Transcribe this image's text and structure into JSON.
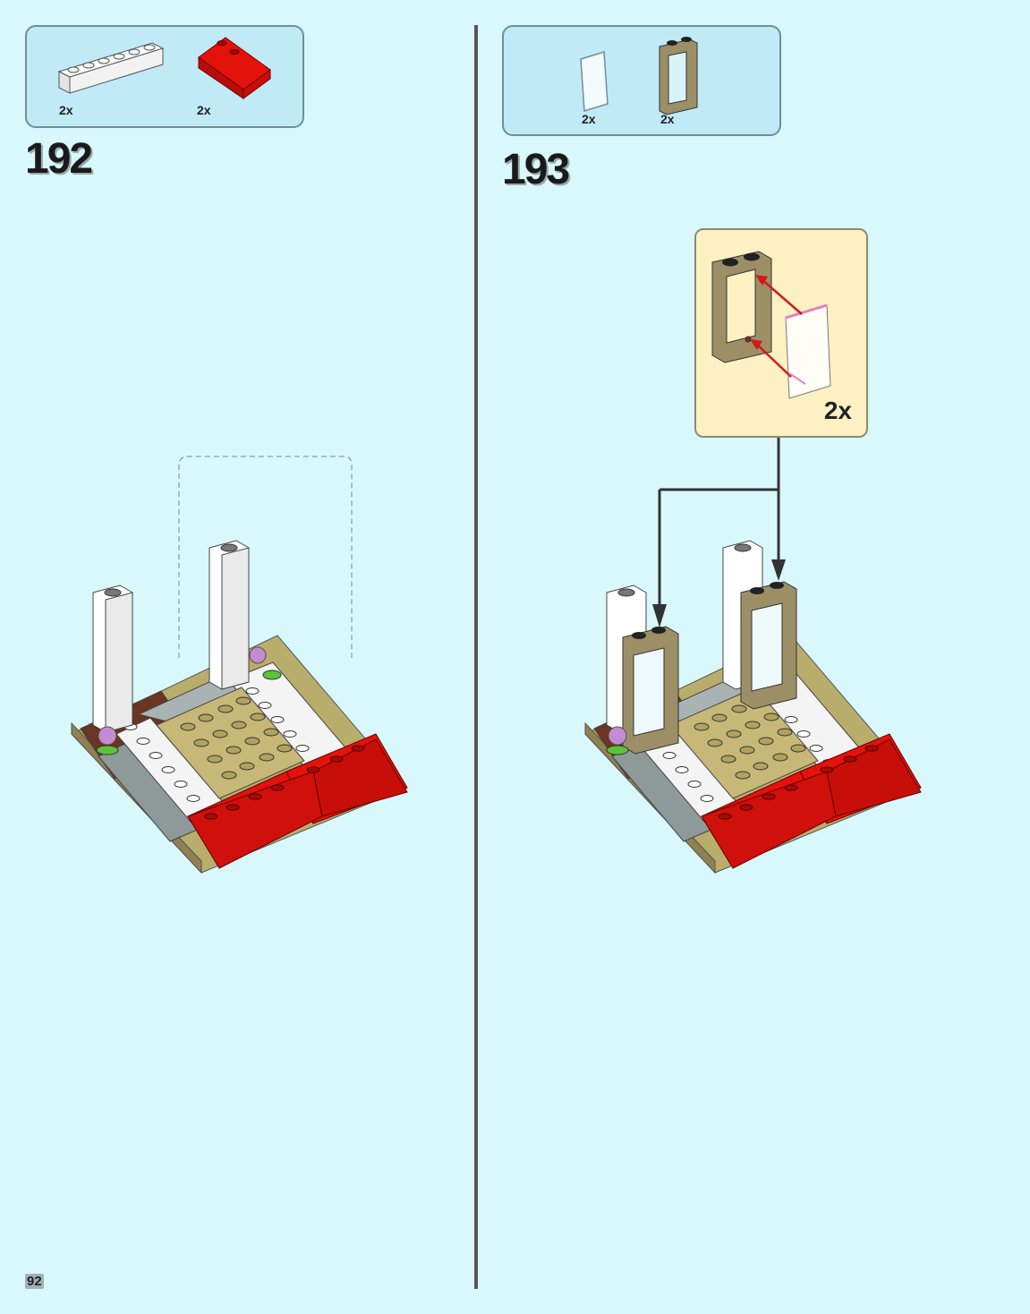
{
  "page": {
    "number": "92"
  },
  "steps": [
    {
      "number": "192",
      "parts": [
        {
          "icon": "white-brick-1x6-icon",
          "qty": "2x"
        },
        {
          "icon": "red-slope-brick-icon",
          "qty": "2x"
        }
      ]
    },
    {
      "number": "193",
      "parts": [
        {
          "icon": "window-glass-pane-icon",
          "qty": "2x"
        },
        {
          "icon": "tan-window-frame-icon",
          "qty": "2x"
        }
      ],
      "callout": {
        "qty": "2x"
      }
    }
  ],
  "colors": {
    "background": "#d8f8fc",
    "parts_box": "#bfeaf6",
    "callout": "#fdf1c4",
    "red_brick": "#e3120b",
    "tan_brick": "#9c8f66",
    "olive_plate": "#b9ad6c",
    "arrow": "#d11a1a"
  }
}
